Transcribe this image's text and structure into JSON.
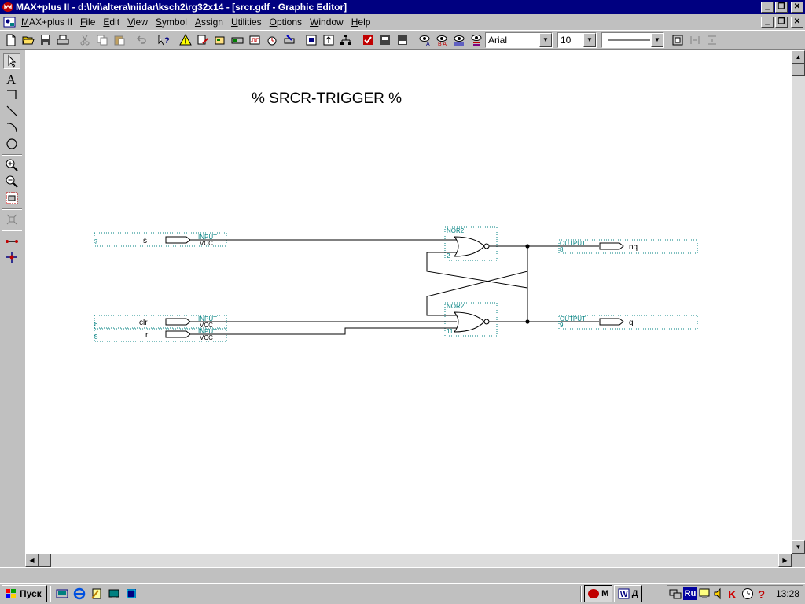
{
  "window": {
    "title": "MAX+plus II - d:\\lvi\\altera\\niidar\\ksch2\\rg32x14 - [srcr.gdf - Graphic Editor]",
    "minimize": "_",
    "restore": "❐",
    "close": "✕"
  },
  "menu": {
    "items": [
      {
        "label": "MAX+plus II",
        "key": "M",
        "rest": "AX+plus II"
      },
      {
        "label": "File",
        "key": "F",
        "rest": "ile"
      },
      {
        "label": "Edit",
        "key": "E",
        "rest": "dit"
      },
      {
        "label": "View",
        "key": "V",
        "rest": "iew"
      },
      {
        "label": "Symbol",
        "key": "S",
        "rest": "ymbol"
      },
      {
        "label": "Assign",
        "key": "A",
        "rest": "ssign"
      },
      {
        "label": "Utilities",
        "key": "U",
        "rest": "tilities"
      },
      {
        "label": "Options",
        "key": "O",
        "rest": "ptions"
      },
      {
        "label": "Window",
        "key": "W",
        "rest": "indow"
      },
      {
        "label": "Help",
        "key": "H",
        "rest": "elp"
      }
    ]
  },
  "toolbar": {
    "font_name": "Arial",
    "font_size": "10",
    "line_style": ""
  },
  "schematic": {
    "title": "% SRCR-TRIGGER %",
    "inputs": [
      {
        "pin": "7",
        "name": "s",
        "type": "INPUT",
        "default": "VCC"
      },
      {
        "pin": "6",
        "name": "clr",
        "type": "INPUT",
        "default": "VCC"
      },
      {
        "pin": "5",
        "name": "r",
        "type": "INPUT",
        "default": "VCC"
      }
    ],
    "gates": [
      {
        "name": "NOR2",
        "id": "2"
      },
      {
        "name": "NOR2",
        "id": "11"
      }
    ],
    "outputs": [
      {
        "pin": "8",
        "name": "nq",
        "type": "OUTPUT"
      },
      {
        "pin": "9",
        "name": "q",
        "type": "OUTPUT"
      }
    ]
  },
  "taskbar": {
    "start_label": "Пуск",
    "task1": "M",
    "task2": "Д",
    "lang": "Ru",
    "clock": "13:28"
  },
  "colors": {
    "titlebar": "#000080",
    "pin_label": "#008080",
    "wire": "#000000"
  }
}
